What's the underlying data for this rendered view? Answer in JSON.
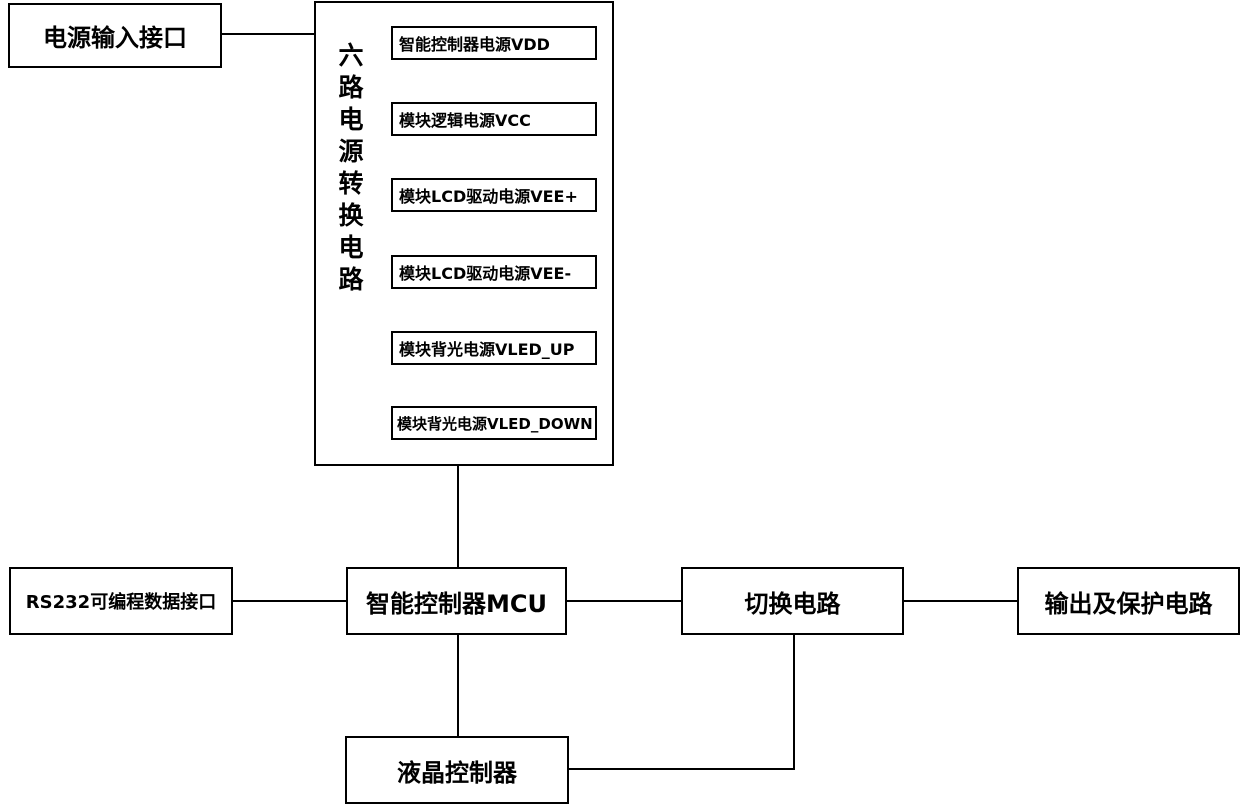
{
  "diagram": {
    "power_input": "电源输入接口",
    "converter_title": "六路电源转换电路",
    "rails": [
      "智能控制器电源VDD",
      "模块逻辑电源VCC",
      "模块LCD驱动电源VEE+",
      "模块LCD驱动电源VEE-",
      "模块背光电源VLED_UP",
      "模块背光电源VLED_DOWN"
    ],
    "rs232": "RS232可编程数据接口",
    "mcu": "智能控制器MCU",
    "switch": "切换电路",
    "output": "输出及保护电路",
    "lcd": "液晶控制器"
  }
}
